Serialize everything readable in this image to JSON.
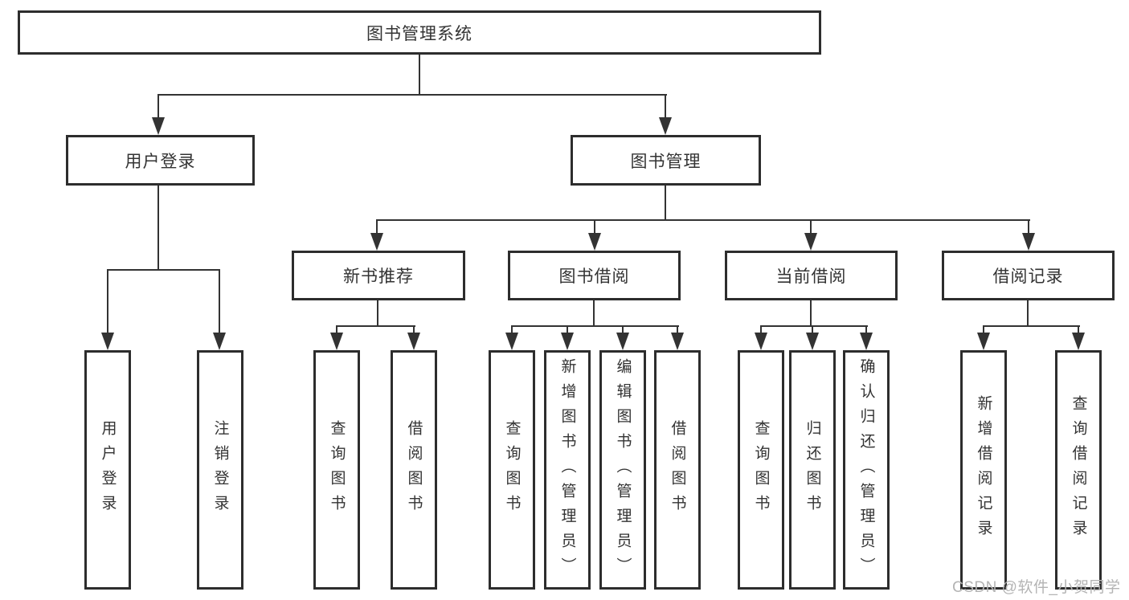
{
  "tree": {
    "root": {
      "label": "图书管理系统",
      "children": [
        {
          "label": "用户登录",
          "children": [
            {
              "label": "用户登录"
            },
            {
              "label": "注销登录"
            }
          ]
        },
        {
          "label": "图书管理",
          "children": [
            {
              "label": "新书推荐",
              "children": [
                {
                  "label": "查询图书"
                },
                {
                  "label": "借阅图书"
                }
              ]
            },
            {
              "label": "图书借阅",
              "children": [
                {
                  "label": "查询图书"
                },
                {
                  "label": "新增图书（管理员）"
                },
                {
                  "label": "编辑图书（管理员）"
                },
                {
                  "label": "借阅图书"
                }
              ]
            },
            {
              "label": "当前借阅",
              "children": [
                {
                  "label": "查询图书"
                },
                {
                  "label": "归还图书"
                },
                {
                  "label": "确认归还（管理员）"
                }
              ]
            },
            {
              "label": "借阅记录",
              "children": [
                {
                  "label": "新增借阅记录"
                },
                {
                  "label": "查询借阅记录"
                }
              ]
            }
          ]
        }
      ]
    }
  },
  "watermark": {
    "text": "CSDN @软件_小贺同学"
  },
  "colors": {
    "line": "#333333",
    "box_border": "#2d2d2d",
    "text": "#333333",
    "background": "#ffffff",
    "watermark": "#b4b4b4"
  }
}
